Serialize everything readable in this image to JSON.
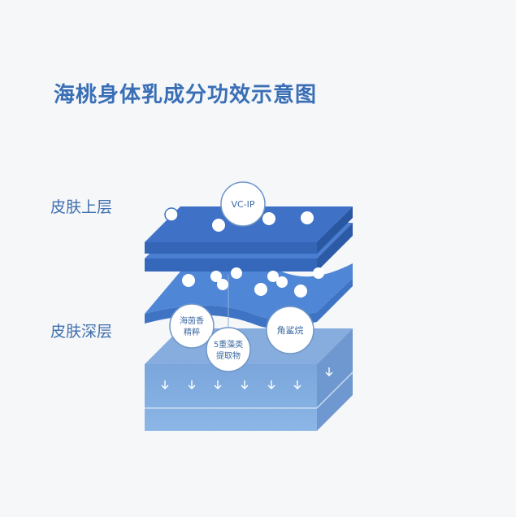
{
  "title": "海桃身体乳成分功效示意图",
  "labels": {
    "upper": "皮肤上层",
    "deep": "皮肤深层"
  },
  "ingredients": {
    "vcip": "VC-IP",
    "haiyinxiang_1": "海茵香",
    "haiyinxiang_2": "精粹",
    "algae_1": "5重藻类",
    "algae_2": "提取物",
    "squalane": "角鲨烷"
  },
  "colors": {
    "title": "#3a6fb6",
    "upper_layer": "#3a6cc0",
    "wave_layer": "#4f86d6",
    "deep_block": "#7ea9dc",
    "bubble_outline": "#6f95c8"
  }
}
